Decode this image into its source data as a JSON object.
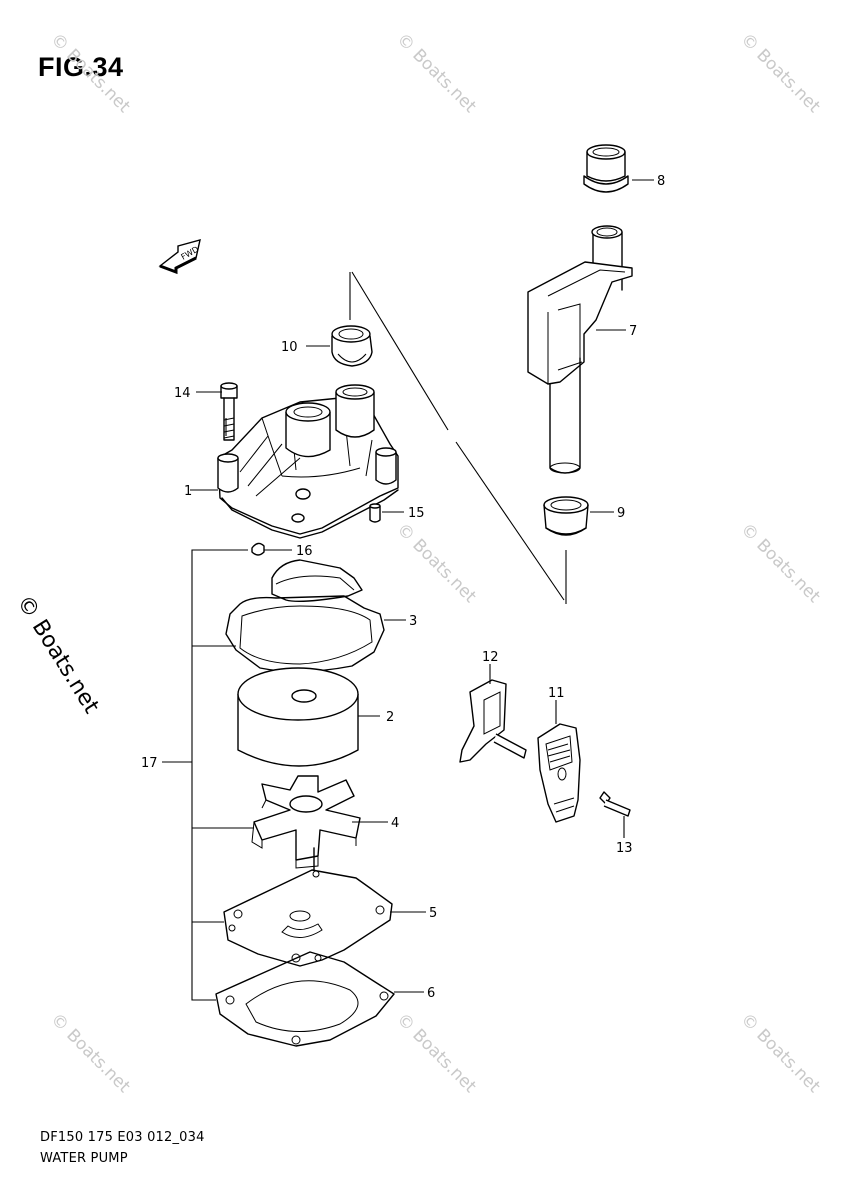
{
  "figure": {
    "title": "FIG.34",
    "code": "DF150 175 E03 012_034",
    "name": "WATER PUMP"
  },
  "fwd_arrow": {
    "label": "FWD"
  },
  "watermark": {
    "text": "© Boats.net",
    "color": "#c9c9c9"
  },
  "side_watermark": "© Boats.net",
  "callouts": [
    {
      "num": "1"
    },
    {
      "num": "2"
    },
    {
      "num": "3"
    },
    {
      "num": "4"
    },
    {
      "num": "5"
    },
    {
      "num": "6"
    },
    {
      "num": "7"
    },
    {
      "num": "8"
    },
    {
      "num": "9"
    },
    {
      "num": "10"
    },
    {
      "num": "11"
    },
    {
      "num": "12"
    },
    {
      "num": "13"
    },
    {
      "num": "14"
    },
    {
      "num": "15"
    },
    {
      "num": "16"
    },
    {
      "num": "17"
    }
  ]
}
